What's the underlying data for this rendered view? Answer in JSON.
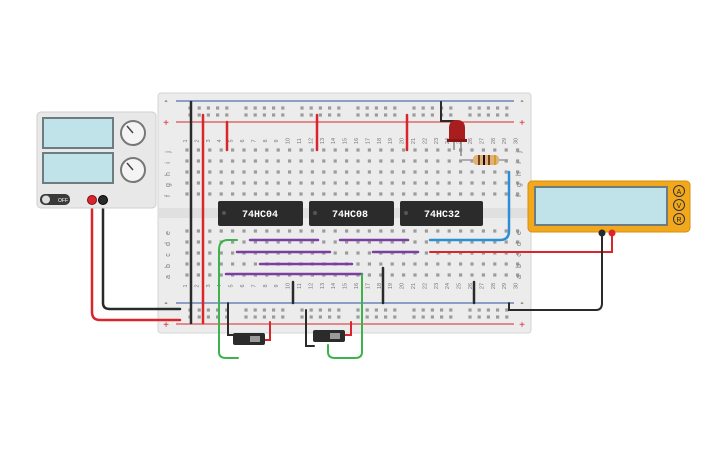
{
  "breadboard": {
    "rail_plus": "+",
    "rail_minus": "-",
    "rows_top": [
      "j",
      "i",
      "h",
      "g",
      "f"
    ],
    "rows_bottom": [
      "e",
      "d",
      "c",
      "b",
      "a"
    ],
    "column_numbers": [
      "1",
      "2",
      "3",
      "4",
      "5",
      "6",
      "7",
      "8",
      "9",
      "10",
      "11",
      "12",
      "13",
      "14",
      "15",
      "16",
      "17",
      "18",
      "19",
      "20",
      "21",
      "22",
      "23",
      "24",
      "25",
      "26",
      "27",
      "28",
      "29",
      "30"
    ]
  },
  "chips": [
    {
      "label": "74HC04"
    },
    {
      "label": "74HC08"
    },
    {
      "label": "74HC32"
    }
  ],
  "power_supply": {
    "switch_label": "OFF"
  },
  "multimeter": {
    "modes": [
      "A",
      "V",
      "R"
    ]
  },
  "colors": {
    "board": "#ececec",
    "rail_red": "#d9262c",
    "rail_blue": "#2b4fa0",
    "wire_red": "#d9262c",
    "wire_black": "#2a2a2a",
    "wire_purple": "#7b3fa0",
    "wire_green": "#3cb44b",
    "wire_blue": "#2c8fd6",
    "chip": "#2b2b2b",
    "multimeter_body": "#f2a81d",
    "led": "#a81d1d"
  }
}
